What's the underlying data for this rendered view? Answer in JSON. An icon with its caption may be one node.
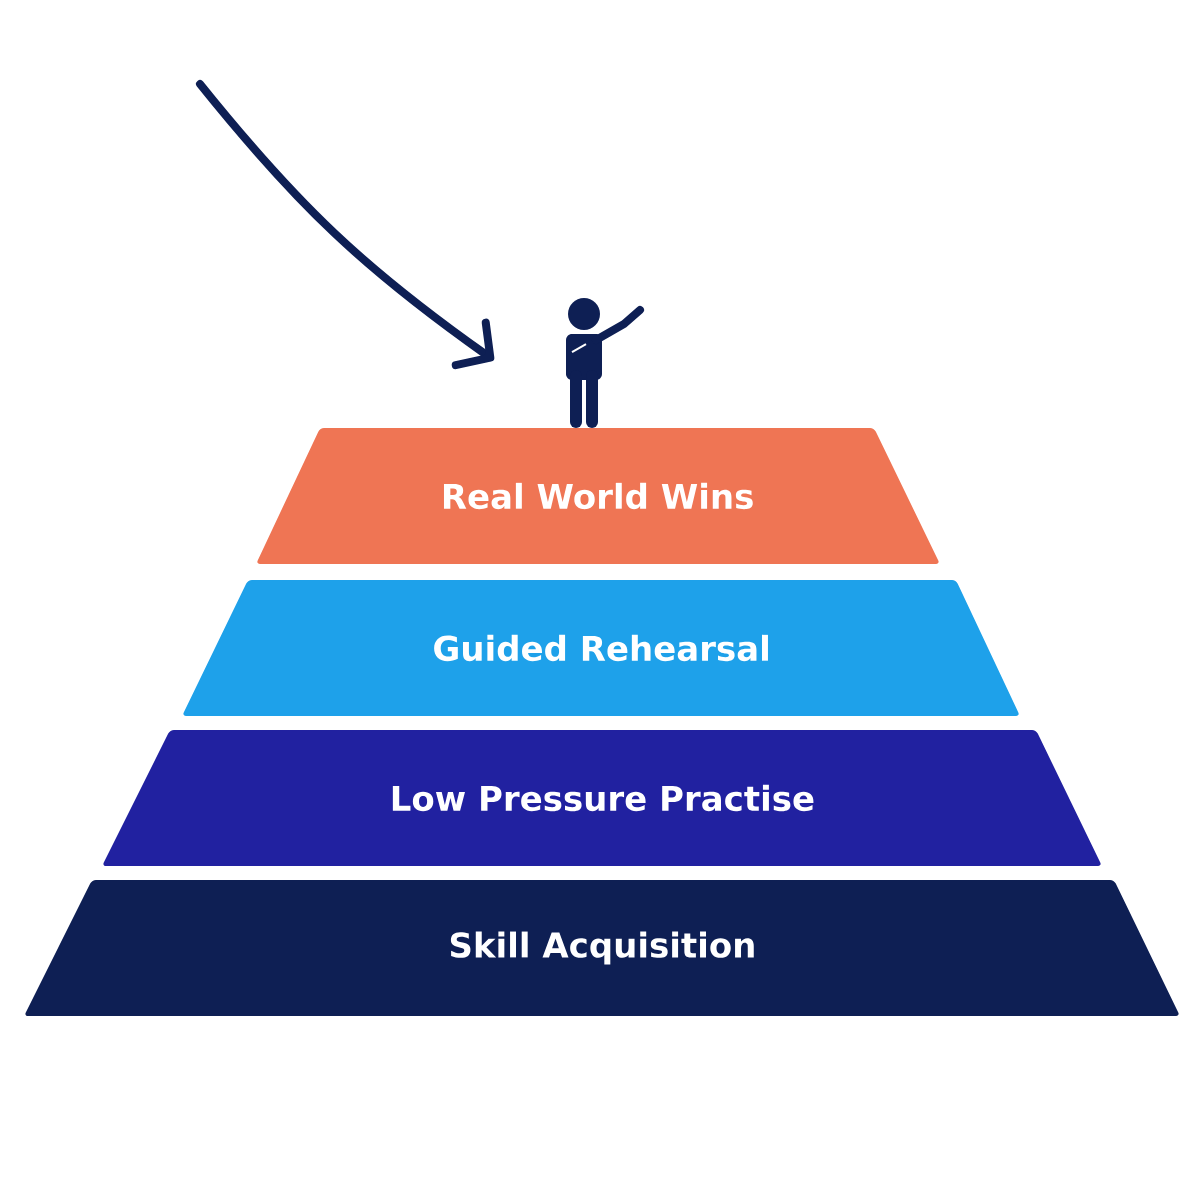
{
  "diagram": {
    "nodes": [
      {
        "text": [
          "Real World Wins"
        ]
      },
      {
        "text": [
          "Guided Rehearsal"
        ]
      },
      {
        "text": [
          "Low Pressure Practise"
        ]
      },
      {
        "text": [
          "Skill Acquisition"
        ]
      },
      {
        "text": [],
        "shape": "person"
      }
    ],
    "edges": [
      {
        "from": null,
        "to": 4,
        "arrow": "to"
      }
    ]
  }
}
